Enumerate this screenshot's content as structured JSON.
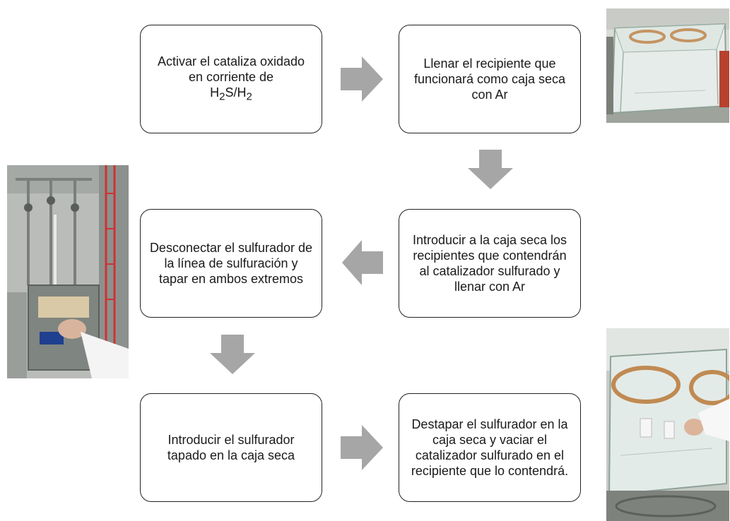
{
  "steps": [
    {
      "id": "step1",
      "text_pre": "Activar el cataliza oxidado en corriente de",
      "formula": {
        "a": "H",
        "a_sub": "2",
        "mid": "S/H",
        "b_sub": "2"
      }
    },
    {
      "id": "step2",
      "text": "Llenar el recipiente que funcionará como caja seca con Ar"
    },
    {
      "id": "step3",
      "text": "Introducir a la caja seca los recipientes que contendrán al catalizador sulfurado y llenar con Ar"
    },
    {
      "id": "step4",
      "text": "Desconectar el sulfurador de la línea de sulfuración y tapar en ambos extremos"
    },
    {
      "id": "step5",
      "text": "Introducir el sulfurador tapado en la caja seca"
    },
    {
      "id": "step6",
      "text": "Destapar el sulfurador en la caja seca y vaciar el catalizador sulfurado en el recipiente que lo contendrá."
    }
  ],
  "arrows": [
    {
      "from": "step1",
      "to": "step2",
      "direction": "right"
    },
    {
      "from": "step2",
      "to": "step3",
      "direction": "down"
    },
    {
      "from": "step3",
      "to": "step4",
      "direction": "left"
    },
    {
      "from": "step4",
      "to": "step5",
      "direction": "down"
    },
    {
      "from": "step5",
      "to": "step6",
      "direction": "right"
    }
  ],
  "colors": {
    "arrow": "#a6a6a6",
    "box_border": "#222222"
  },
  "photos": [
    {
      "name": "glass-dry-box-photo"
    },
    {
      "name": "sulfurator-line-photo"
    },
    {
      "name": "dry-box-transfer-photo"
    }
  ]
}
